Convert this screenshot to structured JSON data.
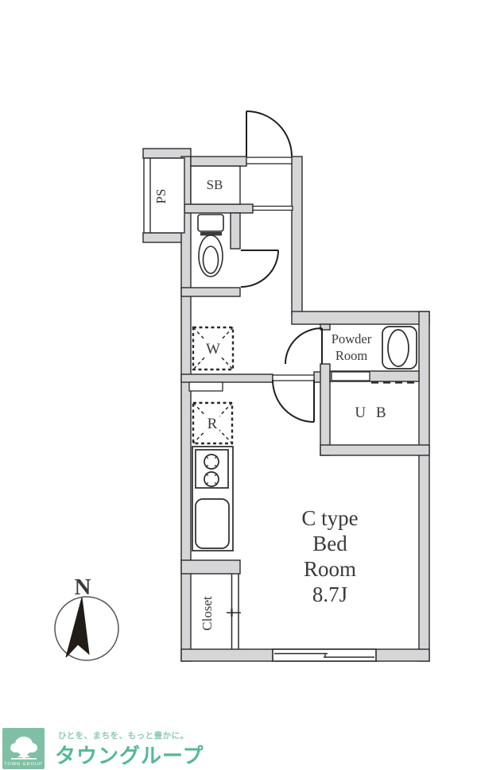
{
  "floorplan": {
    "rooms": {
      "ps": "PS",
      "sb": "SB",
      "washer": "W",
      "fridge": "R",
      "powder_line1": "Powder",
      "powder_line2": "Room",
      "unit_bath": "U B",
      "bedroom_line1": "C type",
      "bedroom_line2": "Bed",
      "bedroom_line3": "Room",
      "bedroom_line4": "8.7J",
      "closet": "Closet"
    },
    "compass": {
      "north_label": "N"
    },
    "colors": {
      "wall_fill": "#d6d6d8",
      "line": "#2b2b2b"
    }
  },
  "footer": {
    "logo_square_text": "TOWN GROUP",
    "logo_bg": "#7fc0a4",
    "tagline": "ひとを、まちを、もっと豊かに。",
    "tagline_color": "#8ccab1",
    "brand": "タウングループ",
    "brand_color": "#55b897"
  }
}
